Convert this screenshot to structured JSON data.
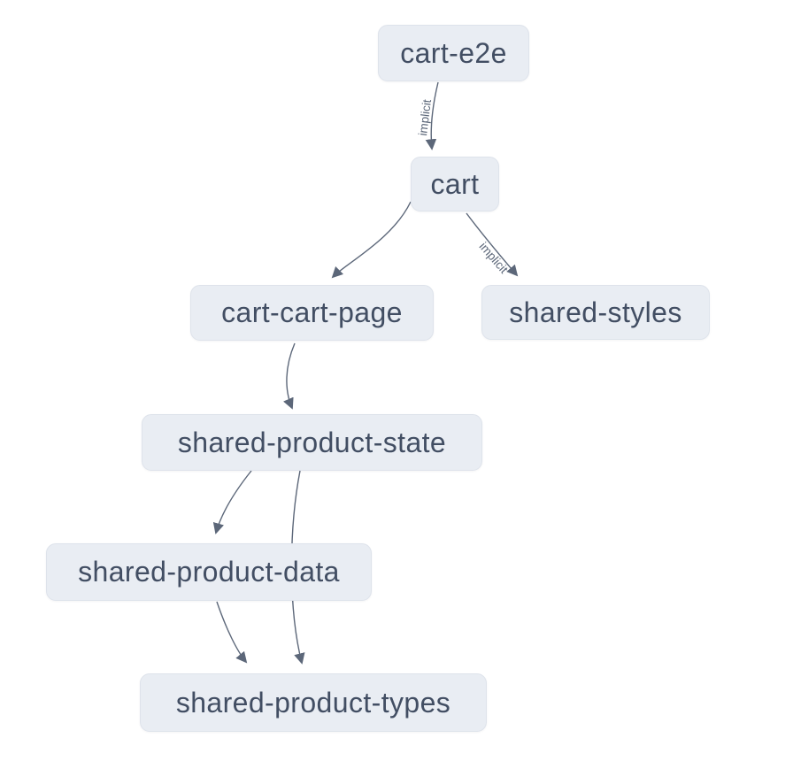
{
  "graph": {
    "nodes": [
      {
        "label": "cart-e2e"
      },
      {
        "label": "cart"
      },
      {
        "label": "cart-cart-page"
      },
      {
        "label": "shared-styles"
      },
      {
        "label": "shared-product-state"
      },
      {
        "label": "shared-product-data"
      },
      {
        "label": "shared-product-types"
      }
    ],
    "edges": [
      {
        "from": "cart-e2e",
        "to": "cart",
        "label": "implicit"
      },
      {
        "from": "cart",
        "to": "cart-cart-page",
        "label": ""
      },
      {
        "from": "cart",
        "to": "shared-styles",
        "label": "implicit"
      },
      {
        "from": "cart-cart-page",
        "to": "shared-product-state",
        "label": ""
      },
      {
        "from": "shared-product-state",
        "to": "shared-product-data",
        "label": ""
      },
      {
        "from": "shared-product-state",
        "to": "shared-product-types",
        "label": ""
      },
      {
        "from": "shared-product-data",
        "to": "shared-product-types",
        "label": ""
      }
    ],
    "colors": {
      "background": "#ffffff",
      "node_fill": "#e9edf3",
      "node_border": "#dee3eb",
      "node_text": "#424e63",
      "edge": "#5c6779"
    }
  }
}
